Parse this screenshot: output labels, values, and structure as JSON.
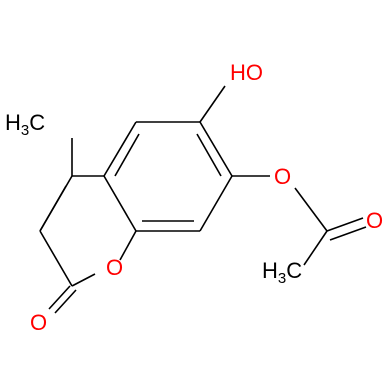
{
  "structure": {
    "atom_labels": {
      "hydroxyl": "HO",
      "methyl_ring": {
        "main": "H",
        "subscript": "3",
        "tail": "C"
      },
      "methyl_acetyl": {
        "main": "H",
        "subscript": "3",
        "tail": "C"
      },
      "ring_oxygen": "O",
      "ester_oxygen": "O",
      "carbonyl_oxygen_ring": "O",
      "carbonyl_oxygen_acetyl": "O"
    },
    "colors": {
      "bond": "#000000",
      "carbon_label": "#000000",
      "oxygen_label": "#ff0000"
    }
  }
}
